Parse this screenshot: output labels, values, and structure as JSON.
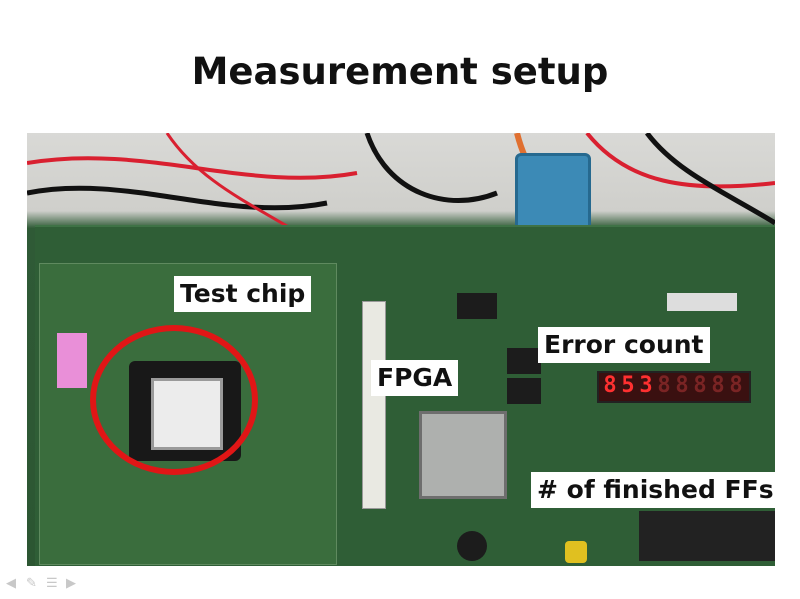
{
  "slide": {
    "title": "Measurement setup"
  },
  "labels": {
    "test_chip": "Test chip",
    "fpga": "FPGA",
    "error_count": "Error count",
    "finished_ffs": "# of finished FFs"
  },
  "display": {
    "digits": [
      "8",
      "5",
      "3",
      "8",
      "8",
      "8",
      "8",
      "8"
    ]
  },
  "colors": {
    "highlight_ring": "#e01616",
    "board": "#2f5e36"
  },
  "nav": {
    "icons": [
      "back-icon",
      "pen-icon",
      "menu-icon",
      "forward-icon"
    ]
  }
}
